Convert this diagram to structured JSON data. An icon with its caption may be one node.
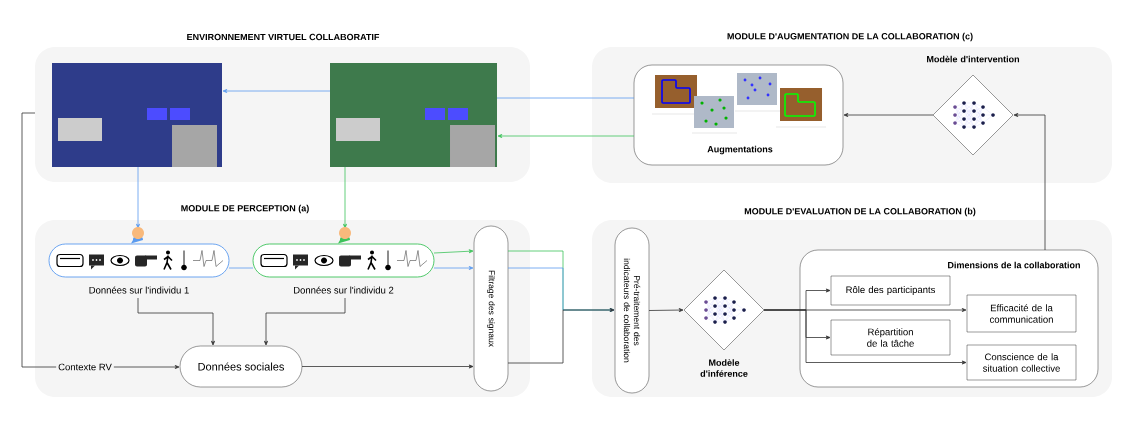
{
  "diagram": {
    "nodes": [
      {
        "text": [
          "ENVIRONNEMENT VIRTUEL COLLABORATIF"
        ]
      },
      {
        "text": [],
        "shape": "picture",
        "in": 0
      },
      {
        "text": [],
        "shape": "picture",
        "in": 0
      },
      {
        "text": [
          "MODULE D'AUGMENTATION DE LA COLLABORATION (c)"
        ]
      },
      {
        "text": [
          "Augmentations"
        ],
        "in": 3
      },
      {
        "text": [
          "Modèle d'intervention"
        ],
        "in": 3
      },
      {
        "text": [
          "MODULE DE PERCEPTION (a)"
        ]
      },
      {
        "text": [
          "Données sur l'individu 1"
        ],
        "in": 6
      },
      {
        "text": [
          "Données sur l'individu 2"
        ],
        "in": 6
      },
      {
        "text": [
          "Données sociales"
        ],
        "in": 6
      },
      {
        "text": [
          "Filtrage des signaux"
        ],
        "in": 6
      },
      {
        "text": [
          "MODULE D'EVALUATION DE LA COLLABORATION (b)"
        ]
      },
      {
        "text": [
          "Pré-traitement des indicateurs de collaboration"
        ],
        "in": 11
      },
      {
        "text": [
          "Modèle d'inférence"
        ],
        "in": 11
      },
      {
        "text": [
          "Dimensions de la collaboration"
        ],
        "in": 11
      },
      {
        "text": [
          "Rôle des participants"
        ],
        "in": 14
      },
      {
        "text": [
          "Répartition de la tâche"
        ],
        "in": 14
      },
      {
        "text": [
          "Efficacité de la communication"
        ],
        "in": 14
      },
      {
        "text": [
          "Conscience de la situation collective"
        ],
        "in": 14
      }
    ],
    "edges": [
      {
        "from": 2,
        "to": 1,
        "arrow": "to",
        "color": "#5b9bef"
      },
      {
        "from": 4,
        "to": 2,
        "arrow": "none",
        "color": "#5b9bef"
      },
      {
        "from": 4,
        "to": 2,
        "arrow": "to",
        "color": "#3cc35a"
      },
      {
        "from": 5,
        "to": 4,
        "arrow": "to"
      },
      {
        "from": 14,
        "to": 5,
        "arrow": "to"
      },
      {
        "from": 1,
        "to": 7,
        "arrow": "to",
        "color": "#5b9bef"
      },
      {
        "from": 2,
        "to": 8,
        "arrow": "to",
        "color": "#3cc35a"
      },
      {
        "from": 7,
        "to": 8,
        "arrow": "none",
        "color": "#5b9bef"
      },
      {
        "from": 8,
        "to": 10,
        "arrow": "to",
        "color": "#3cc35a"
      },
      {
        "from": 8,
        "to": 10,
        "arrow": "to",
        "color": "#5b9bef"
      },
      {
        "from": 7,
        "to": 9,
        "arrow": "to"
      },
      {
        "from": 8,
        "to": 9,
        "arrow": "to"
      },
      {
        "from": 0,
        "to": 9,
        "arrow": "to",
        "label": "Contexte RV"
      },
      {
        "from": 9,
        "to": 10,
        "arrow": "to"
      },
      {
        "from": 10,
        "to": 12,
        "arrow": "to",
        "color": "#3cc35a"
      },
      {
        "from": 10,
        "to": 12,
        "arrow": "to",
        "color": "#5b9bef"
      },
      {
        "from": 10,
        "to": 12,
        "arrow": "to"
      },
      {
        "from": 12,
        "to": 13,
        "arrow": "to"
      },
      {
        "from": 13,
        "to": 15,
        "arrow": "to"
      },
      {
        "from": 13,
        "to": 16,
        "arrow": "to"
      },
      {
        "from": 13,
        "to": 17,
        "arrow": "to"
      },
      {
        "from": 13,
        "to": 18,
        "arrow": "to"
      }
    ]
  }
}
